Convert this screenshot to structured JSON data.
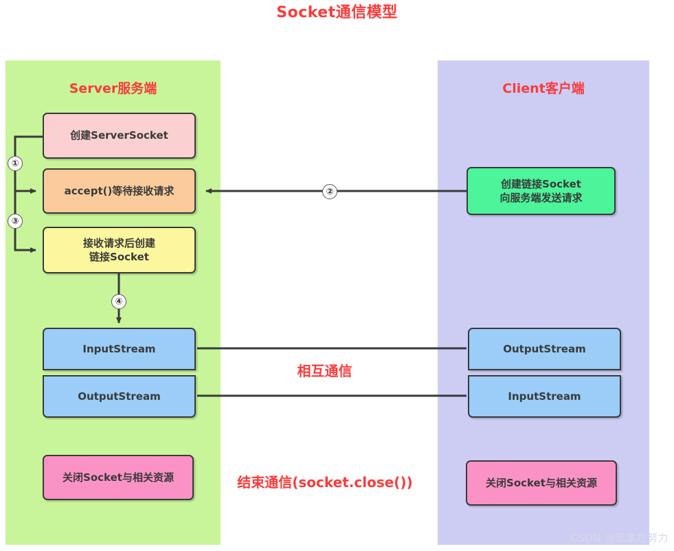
{
  "title": "Socket通信模型",
  "server": {
    "panel_title": "Server服务端",
    "nodes": {
      "create_server_socket": "创建ServerSocket",
      "accept_wait": "accept()等待接收请求",
      "create_link_socket": "接收请求后创建\n链接Socket",
      "input_stream": "InputStream",
      "output_stream": "OutputStream",
      "close_socket": "关闭Socket与相关资源"
    }
  },
  "client": {
    "panel_title": "Client客户端",
    "nodes": {
      "create_link_socket": "创建链接Socket\n向服务端发送请求",
      "output_stream": "OutputStream",
      "input_stream": "InputStream",
      "close_socket": "关闭Socket与相关资源"
    }
  },
  "center_labels": {
    "mutual_communication": "相互通信",
    "end_communication": "结束通信(socket.close())"
  },
  "steps": {
    "one": "①",
    "two": "②",
    "three": "③",
    "four": "④"
  },
  "watermark": "CSDN @笨笨在努力",
  "colors": {
    "title_red": "#fb3b3b",
    "server_panel": "#c8f59a",
    "client_panel": "#cdcdf4",
    "pink": "#fbd0d0",
    "orange": "#fbcb9c",
    "yellow": "#fcf79e",
    "blue": "#9bcdf8",
    "green": "#4cf49a",
    "magenta": "#fb92c6",
    "stroke": "#3a3a3a"
  }
}
